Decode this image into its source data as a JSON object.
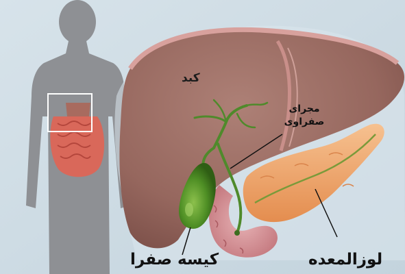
{
  "labels": {
    "liver": "کبد",
    "bile_duct": "مجرای صفراوی",
    "gallbladder": "کیسه صفرا",
    "pancreas": "لوزالمعده"
  },
  "colors": {
    "background": "#cfdde6",
    "silhouette": "#8d8f93",
    "liver": "#9d7067",
    "liver_capsule": "#c98f8a",
    "gallbladder": "#5a9a2c",
    "bile_duct": "#4f8a2b",
    "pancreas": "#f0a86a",
    "duodenum": "#d89aa0",
    "highlight_box": "#ffffff"
  }
}
